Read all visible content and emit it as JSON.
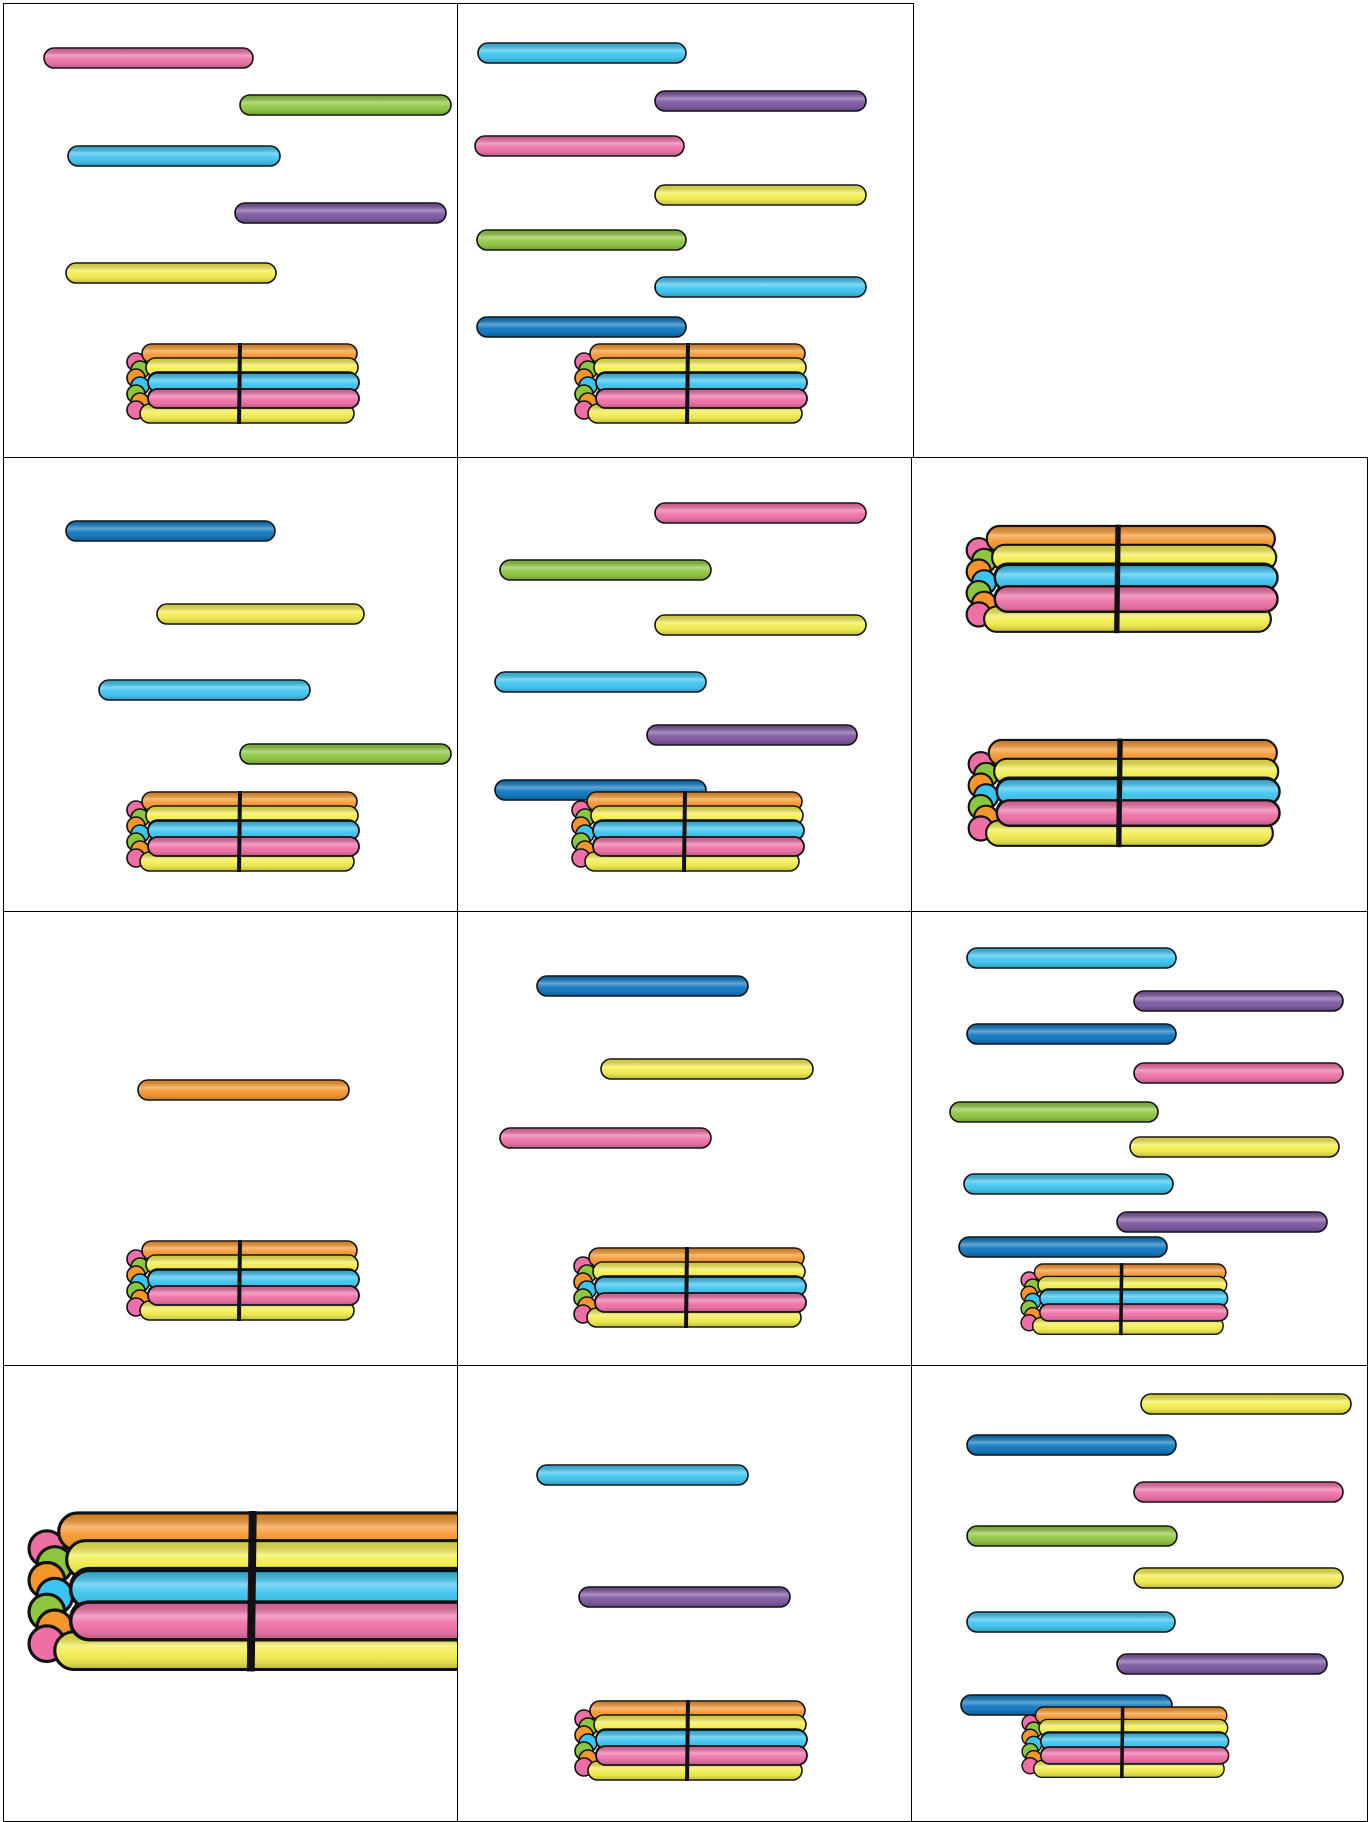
{
  "colors": {
    "pink": "#ee6fa6",
    "green": "#8cc63f",
    "lightblue": "#3cc4f0",
    "purple": "#7b559f",
    "yellow": "#f1ec4a",
    "darkblue": "#0b75bf",
    "orange": "#f5962d"
  },
  "cards": [
    {
      "id": "r1c1",
      "kind": "sticks",
      "sticks": [
        "pink",
        "green",
        "lightblue",
        "purple",
        "yellow"
      ],
      "bundles": 1
    },
    {
      "id": "r1c2",
      "kind": "sticks",
      "sticks": [
        "lightblue",
        "purple",
        "pink",
        "yellow",
        "green",
        "lightblue",
        "darkblue"
      ],
      "bundles": 1
    },
    {
      "id": "r2c1",
      "kind": "sticks",
      "sticks": [
        "darkblue",
        "yellow",
        "lightblue",
        "green"
      ],
      "bundles": 1
    },
    {
      "id": "r2c2",
      "kind": "sticks",
      "sticks": [
        "pink",
        "green",
        "yellow",
        "lightblue",
        "purple",
        "darkblue"
      ],
      "bundles": 1
    },
    {
      "id": "r2c3",
      "kind": "bundles",
      "bundles": 2
    },
    {
      "id": "r3c1",
      "kind": "sticks",
      "sticks": [
        "orange"
      ],
      "bundles": 1
    },
    {
      "id": "r3c2",
      "kind": "sticks",
      "sticks": [
        "darkblue",
        "yellow",
        "pink"
      ],
      "bundles": 1
    },
    {
      "id": "r3c3",
      "kind": "sticks",
      "sticks": [
        "lightblue",
        "purple",
        "darkblue",
        "pink",
        "green",
        "yellow",
        "lightblue",
        "purple",
        "darkblue"
      ],
      "bundles": 1
    },
    {
      "id": "r4c1",
      "kind": "bundles",
      "bundles": 1
    },
    {
      "id": "r4c2",
      "kind": "sticks",
      "sticks": [
        "lightblue",
        "purple"
      ],
      "bundles": 1
    },
    {
      "id": "r4c3",
      "kind": "sticks",
      "sticks": [
        "yellow",
        "darkblue",
        "pink",
        "green",
        "yellow",
        "lightblue",
        "purple",
        "darkblue"
      ],
      "bundles": 1
    }
  ]
}
